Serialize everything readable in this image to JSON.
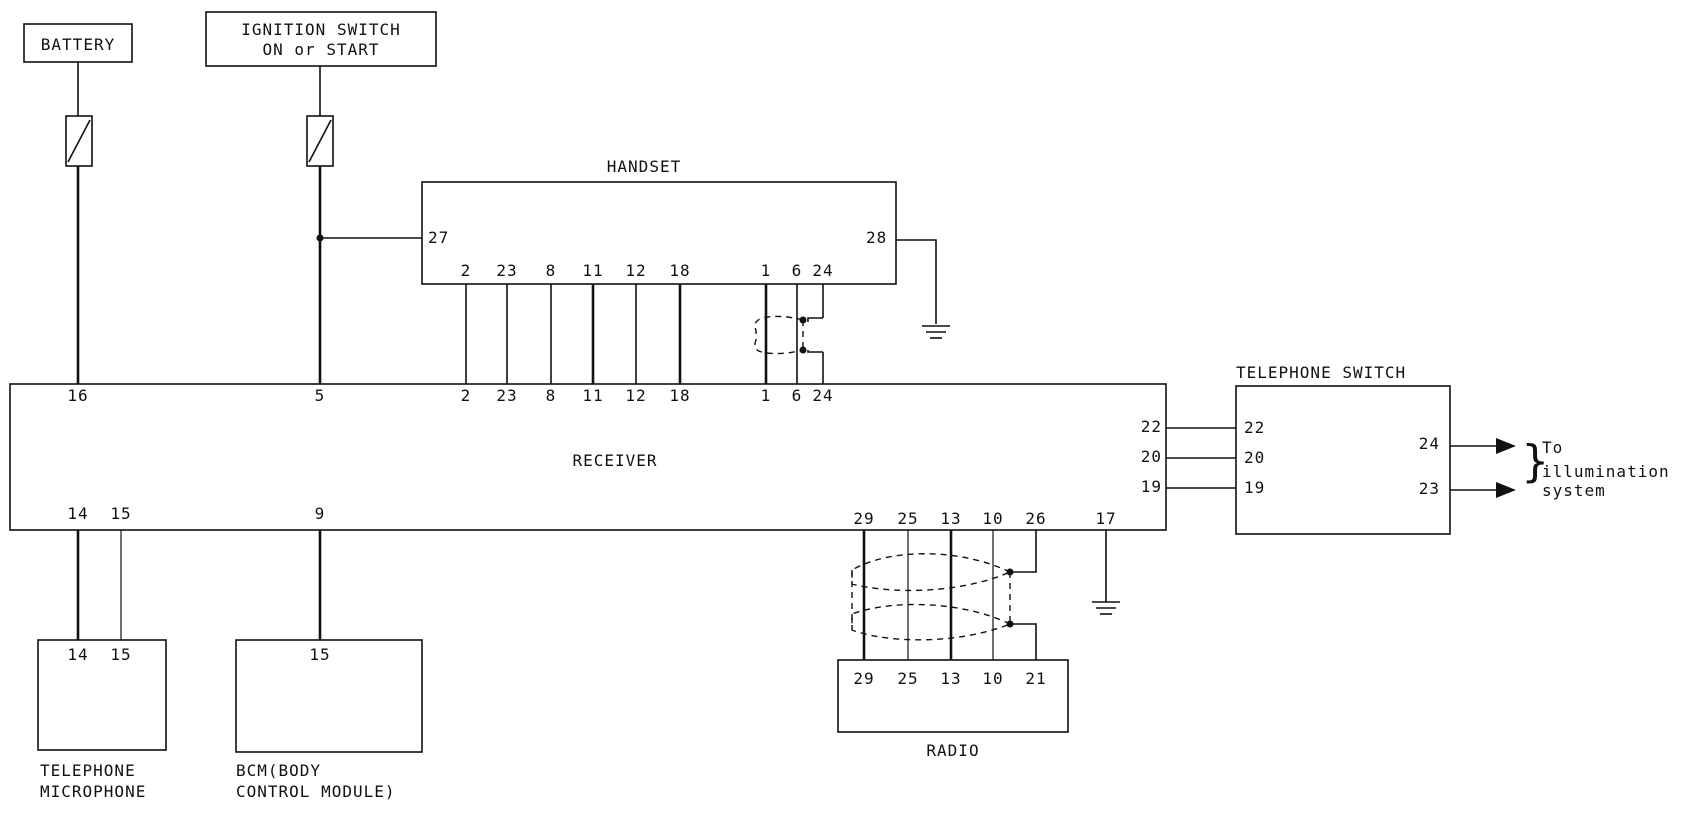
{
  "labels": {
    "battery": "BATTERY",
    "ignition_line1": "IGNITION SWITCH",
    "ignition_line2": "ON or START",
    "handset": "HANDSET",
    "receiver": "RECEIVER",
    "telephone_switch": "TELEPHONE SWITCH",
    "radio": "RADIO",
    "mic_line1": "TELEPHONE",
    "mic_line2": "MICROPHONE",
    "bcm_line1": "BCM(BODY",
    "bcm_line2": "CONTROL MODULE)",
    "illum_line1": "To",
    "illum_line2": "illumination",
    "illum_line3": "system",
    "illum_brace": "}"
  },
  "pins": {
    "handset_27": "27",
    "handset_28": "28",
    "handset": [
      "2",
      "23",
      "8",
      "11",
      "12",
      "18",
      "1",
      "6",
      "24"
    ],
    "receiver_top": [
      "16",
      "5",
      "2",
      "23",
      "8",
      "11",
      "12",
      "18",
      "1",
      "6",
      "24"
    ],
    "receiver_right": [
      "22",
      "20",
      "19"
    ],
    "receiver_bottom": [
      "14",
      "15",
      "9",
      "29",
      "25",
      "13",
      "10",
      "26",
      "17"
    ],
    "switch_left": [
      "22",
      "20",
      "19"
    ],
    "switch_right": [
      "24",
      "23"
    ],
    "mic": [
      "14",
      "15"
    ],
    "bcm": [
      "15"
    ],
    "radio": [
      "29",
      "25",
      "13",
      "10",
      "21"
    ]
  }
}
